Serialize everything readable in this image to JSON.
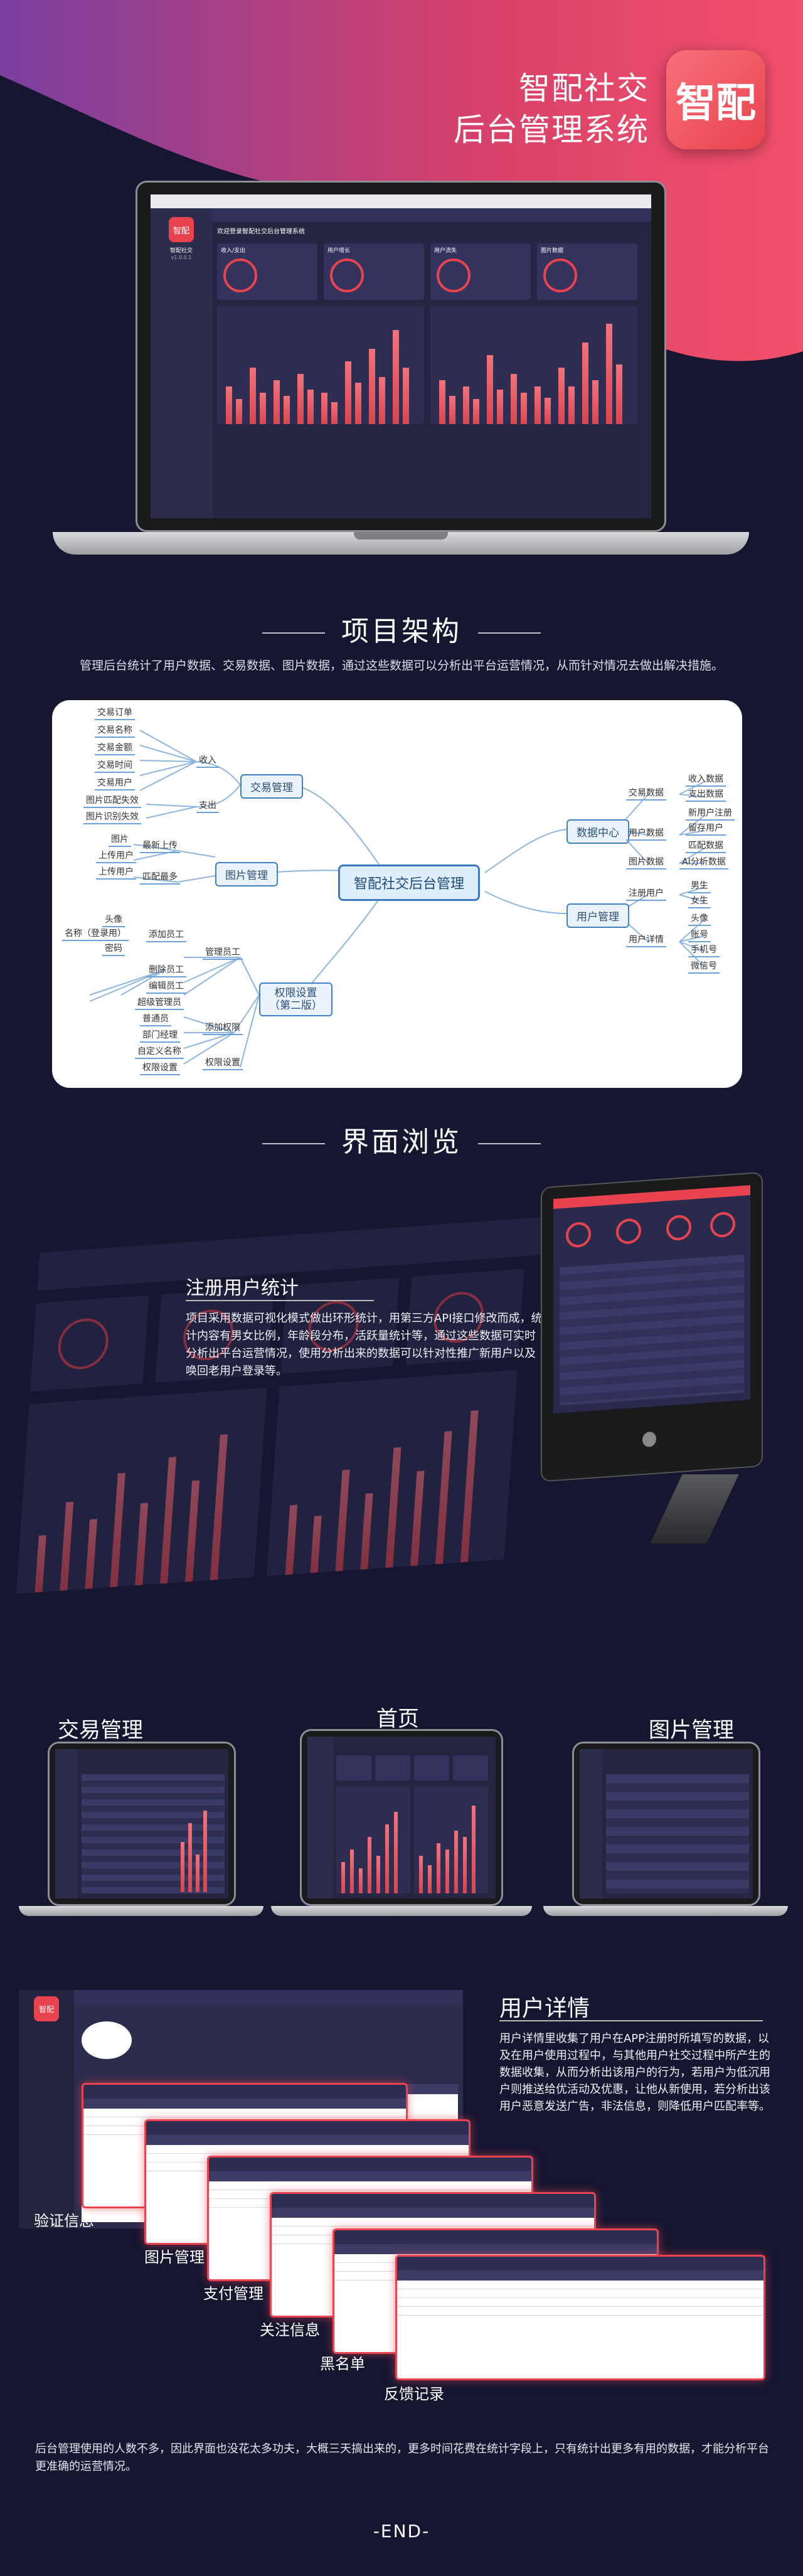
{
  "hero": {
    "title_line1": "智配社交",
    "title_line2": "后台管理系统",
    "logo_text": "智配"
  },
  "dashboard": {
    "welcome": "欢迎登录智配社交后台管理系统",
    "sidebar_logo": "智配",
    "sidebar_name": "智配社交",
    "sidebar_version": "v1.0.0.1",
    "cards": [
      "收入/支出",
      "用户增长",
      "用户流失",
      "图片数据"
    ]
  },
  "architecture": {
    "heading": "项目架构",
    "description": "管理后台统计了用户数据、交易数据、图片数据，通过这些数据可以分析出平台运营情况，从而针对情况去做出解决措施。",
    "center": "智配社交后台管理",
    "trade": {
      "label": "交易管理",
      "in": "收入",
      "out": "支出",
      "leaves": [
        "交易订单",
        "交易名称",
        "交易金额",
        "交易时间",
        "交易用户",
        "图片匹配失效",
        "图片识别失效"
      ]
    },
    "image": {
      "label": "图片管理",
      "leaves": [
        "图片",
        "上传用户",
        "上传用户",
        "最新上传",
        "匹配最多"
      ]
    },
    "perm": {
      "label1": "权限设置",
      "label2": "（第二版）",
      "staff": "管理员工",
      "add": "添加权限",
      "set": "权限设置",
      "leaves": [
        "头像",
        "名称（登录用）",
        "密码",
        "添加员工",
        "删除员工",
        "编辑员工",
        "超级管理员",
        "普通员",
        "部门经理",
        "自定义名称",
        "权限设置"
      ]
    },
    "data": {
      "label": "数据中心",
      "trade": "交易数据",
      "user": "用户数据",
      "image": "图片数据",
      "leaves": [
        "收入数据",
        "支出数据",
        "新用户注册",
        "留存用户",
        "匹配数据",
        "AI分析数据"
      ]
    },
    "user": {
      "label": "用户管理",
      "reg": "注册用户",
      "detail": "用户详情",
      "leaves": [
        "男生",
        "女生",
        "头像",
        "账号",
        "手机号",
        "微信号"
      ]
    }
  },
  "browse": {
    "heading": "界面浏览",
    "register_title": "注册用户统计",
    "register_desc": "项目采用数据可视化模式做出环形统计，用第三方API接口修改而成，统计内容有男女比例，年龄段分布，活跃量统计等，通过这些数据可实时分析出平台运营情况，使用分析出来的数据可以针对性推广新用户以及唤回老用户登录等。",
    "trade_label": "交易管理",
    "home_label": "首页",
    "image_label": "图片管理"
  },
  "user_detail": {
    "title": "用户详情",
    "description": "用户详情里收集了用户在APP注册时所填写的数据，以及在用户使用过程中，与其他用户社交过程中所产生的数据收集，从而分析出该用户的行为，若用户为低沉用户则推送给优活动及优惠，让他从新使用，若分析出该用户恶意发送广告，非法信息，则降低用户匹配率等。",
    "stack_labels": [
      "验证信息",
      "图片管理",
      "支付管理",
      "关注信息",
      "黑名单",
      "反馈记录"
    ]
  },
  "footer": {
    "note": "后台管理使用的人数不多，因此界面也没花太多功夫，大概三天搞出来的，更多时间花费在统计字段上，只有统计出更多有用的数据，才能分析平台更准确的运营情况。",
    "end": "-END-"
  }
}
